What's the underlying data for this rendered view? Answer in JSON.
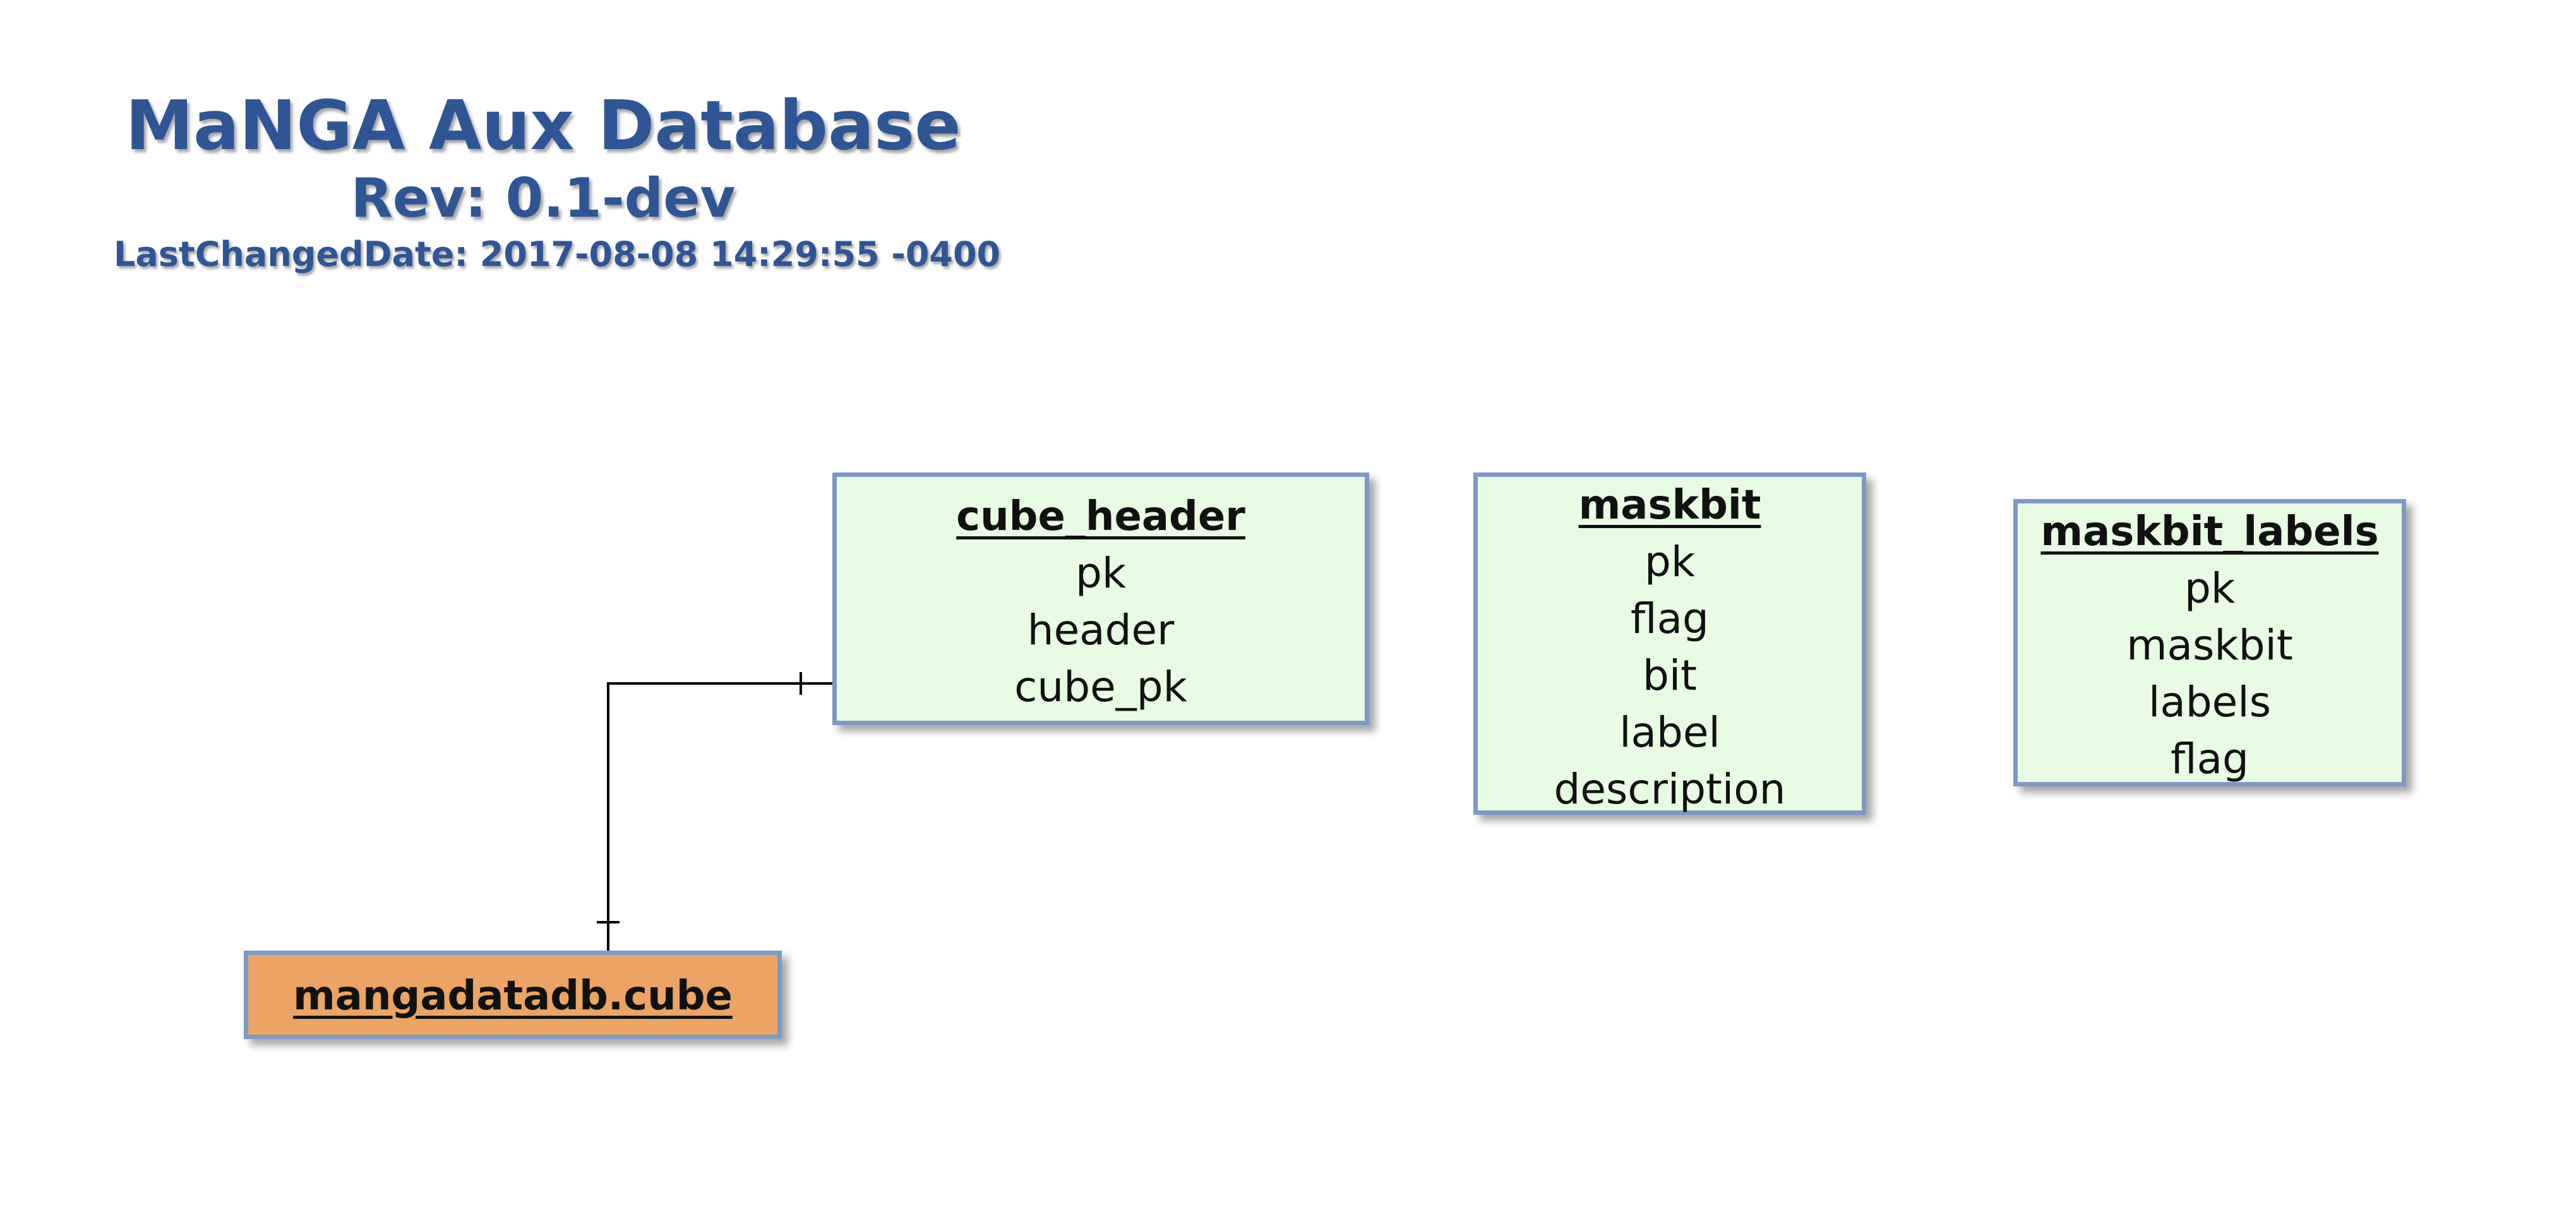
{
  "header": {
    "title": "MaNGA Aux Database",
    "revision": "Rev: 0.1-dev",
    "last_changed": "LastChangedDate: 2017-08-08 14:29:55 -0400"
  },
  "tables": {
    "cube_header": {
      "name": "cube_header",
      "fields": [
        "pk",
        "header",
        "cube_pk"
      ]
    },
    "maskbit": {
      "name": "maskbit",
      "fields": [
        "pk",
        "flag",
        "bit",
        "label",
        "description"
      ]
    },
    "maskbit_labels": {
      "name": "maskbit_labels",
      "fields": [
        "pk",
        "maskbit",
        "labels",
        "flag"
      ]
    },
    "external_cube": {
      "name": "mangadatadb.cube"
    }
  },
  "relationships": [
    {
      "from": "mangadatadb.cube",
      "to": "cube_header.cube_pk",
      "cardinality": "one-to-one"
    }
  ],
  "colors": {
    "title": "#2e5596",
    "table_fill": "#e8fbe3",
    "table_border": "#7d9ac4",
    "external_fill": "#eba463"
  }
}
